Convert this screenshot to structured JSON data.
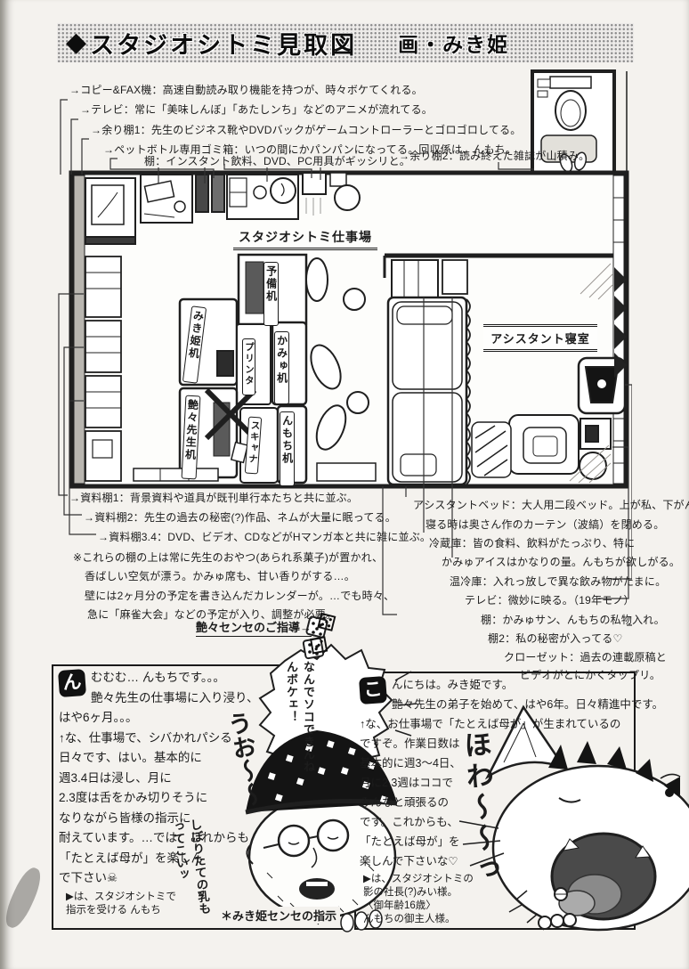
{
  "colors": {
    "ink": "#1c1c1c",
    "paper": "#f4f2ee",
    "halftone_gray": "#8f8f8f"
  },
  "title_bar": {
    "diamond": "◆",
    "title": "スタジオシトミ見取図",
    "credit": "画・みき姫"
  },
  "top_notes": [
    "→コピー&FAX機：高速自動読み取り機能を持つが、時々ボケてくれる。",
    "→テレビ：常に「美味しんぼ」「あたしンち」などのアニメが流れてる。",
    "→余り棚1：先生のビジネス靴やDVDバックがゲームコントローラーとゴロゴロしてる。",
    "→ペットボトル専用ゴミ箱：いつの間にかパンパンになってる。回収係は、んもち。",
    "棚：インスタント飲料、DVD、PC用具がギッシリと。",
    "→余り棚2：読み終えた雑誌が山積み。"
  ],
  "floorplan": {
    "workspace_label": "スタジオシトミ仕事場",
    "bedroom_label": "アシスタント寝室",
    "desk_yobi": "予備机",
    "desk_kamyu": "かみゅ机",
    "desk_nmochi": "んもち机",
    "desk_mikihime": "みき姫机",
    "desk_tsuyatsuya": "艶々先生机",
    "printer": "プリンタ",
    "scanner": "スキャナ"
  },
  "left_notes": [
    "→資料棚1：背景資料や道具が既刊単行本たちと共に並ぶ。",
    "→資料棚2：先生の過去の秘密(?)作品、ネムが大量に眠ってる。",
    "→資料棚3.4：DVD、ビデオ、CDなどがHマンガ本と共に雑に並ぶ。",
    "※これらの棚の上は常に先生のおやつ(あられ系菓子)が置かれ、",
    "香ばしい空気が漂う。かみゅ席も、甘い香りがする…。",
    "壁には2ヶ月分の予定を書き込んだカレンダーが。…でも時々、",
    "急に「麻雀大会」などの予定が入り、調整が必要。"
  ],
  "right_notes": [
    "アシスタントベッド：大人用二段ベッド。上が私、下がんもち。",
    "寝る時は奥さん作のカーテン（波縞）を閉める。",
    "冷蔵庫：皆の食料、飲料がたっぷり、特に",
    "かみゅアイスはかなりの量。んもちが欲しがる。",
    "温冷庫：入れっ放しで異な飲み物がたまに。",
    "テレビ：微妙に映る。（19年モノ）",
    "棚：かみゅサン、んもちの私物入れ。",
    "棚2：私の秘密が入ってる♡",
    "クローゼット：過去の連載原稿と",
    "ビデオがとにかくタップリ。"
  ],
  "guide": {
    "label": "艶々センセのご指導",
    "arrow": "→",
    "die_1": "⚄",
    "die_2": "⚂"
  },
  "bubble": {
    "text": "なんでソコできんねんボケェ！"
  },
  "sfx": {
    "uo": "うお〜〜",
    "shout": "しぼりたての乳もってこいッ",
    "howa": "ほわ〜〜っ"
  },
  "panel_left": {
    "drop_cap": "ん",
    "lines": [
      "むむむ… んもちです。。。",
      "艶々先生の仕事場に入り浸り、",
      "はや6ヶ月。。。",
      "↑な、仕事場で、シバかれパシる",
      "日々です、はい。基本的に",
      "週3.4日は浸し、月に",
      "2.3度は舌をかみ切りそうに",
      "なりながら皆様の指示に",
      "耐えています。…では、これからも",
      "「たとえば母が」を楽しん",
      "で下さい☠"
    ],
    "footnote_1": "▶は、スタジオシトミで",
    "footnote_2": "指示を受ける んもち"
  },
  "instruction_label": "＊みき姫センセの指示",
  "panel_right": {
    "drop_cap": "こ",
    "lines": [
      "んにちは。みき姫です。",
      "艶々先生の弟子を始めて、はや6年。日々精進中です。",
      "↑な、お仕事場で「たとえば母が」が生まれているの",
      "ですぞ。作業日数は",
      "基本的に週3〜4日、",
      "月に2.3週はココで",
      "みんなと頑張るの",
      "です。これからも、",
      "「たとえば母が」を",
      "楽しんで下さいな♡"
    ],
    "footnote_1": "▶は、スタジオシトミの",
    "footnote_2": "影の社長(?)みい様。",
    "footnote_3": "〈御年齢16歳〉",
    "footnote_4": "んもちの御主人様。"
  }
}
